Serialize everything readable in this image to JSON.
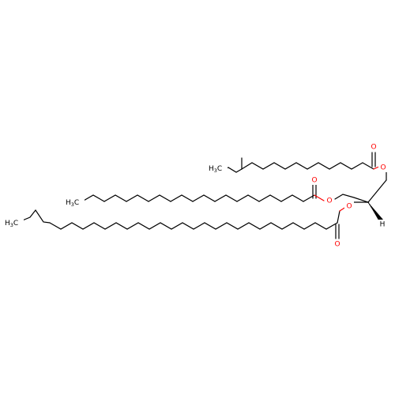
{
  "molecule": {
    "atom_labels": {
      "ester_oxygen": "O",
      "carbonyl_oxygen": "O",
      "stereo_hydrogen": "H",
      "methyl_upper": "H",
      "methyl_upper_sub": "3",
      "methyl_upper_tail": "C",
      "methyl_middle": "H",
      "methyl_middle_sub": "3",
      "methyl_middle_tail": "C",
      "methyl_lower": "H",
      "methyl_lower_sub": "3",
      "methyl_lower_tail": "C"
    },
    "colors": {
      "carbon": "#000000",
      "oxygen": "#ff0000"
    }
  }
}
